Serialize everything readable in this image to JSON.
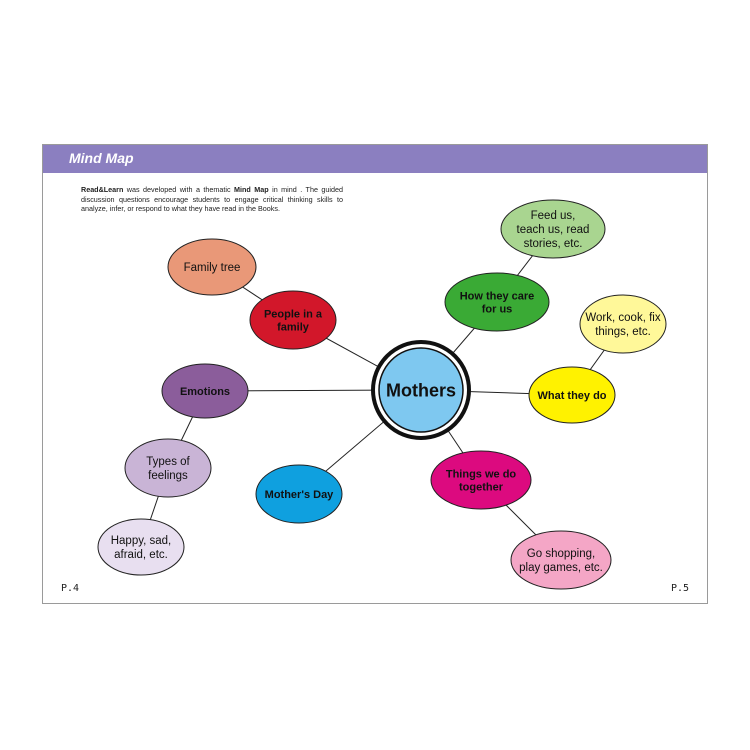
{
  "header": {
    "title": "Mind Map",
    "color": "#8b7fc0"
  },
  "intro": {
    "brand": "Read&Learn",
    "text_1": " was developed with a thematic ",
    "highlight": "Mind Map",
    "text_2": " in mind . The guided discussion questions encourage students to engage critical thinking skills to analyze, infer, or respond to what they have read in the Books."
  },
  "pages": {
    "left": "P.4",
    "right": "P.5"
  },
  "center": {
    "id": "mothers",
    "label": "Mothers",
    "color": "#7ec8f0"
  },
  "nodes": [
    {
      "id": "family-tree",
      "lines": [
        "Family tree"
      ],
      "color": "#e99878",
      "bold": false
    },
    {
      "id": "people-in-family",
      "lines": [
        "People in a",
        "family"
      ],
      "color": "#d2172a",
      "bold": true
    },
    {
      "id": "emotions",
      "lines": [
        "Emotions"
      ],
      "color": "#8b5d9b",
      "bold": true
    },
    {
      "id": "types-of-feelings",
      "lines": [
        "Types of",
        "feelings"
      ],
      "color": "#c9b4d6",
      "bold": false
    },
    {
      "id": "happy-sad",
      "lines": [
        "Happy, sad,",
        "afraid, etc."
      ],
      "color": "#e8dff0",
      "bold": false
    },
    {
      "id": "mothers-day",
      "lines": [
        "Mother's Day"
      ],
      "color": "#0fa0df",
      "bold": true
    },
    {
      "id": "things-we-do",
      "lines": [
        "Things we do",
        "together"
      ],
      "color": "#dc0a7f",
      "bold": true
    },
    {
      "id": "go-shopping",
      "lines": [
        "Go shopping,",
        "play games, etc."
      ],
      "color": "#f4a6c6",
      "bold": false
    },
    {
      "id": "what-they-do",
      "lines": [
        "What they do"
      ],
      "color": "#fff200",
      "bold": true
    },
    {
      "id": "work-cook",
      "lines": [
        "Work, cook, fix",
        "things, etc."
      ],
      "color": "#fff899",
      "bold": false
    },
    {
      "id": "how-they-care",
      "lines": [
        "How they care",
        "for us"
      ],
      "color": "#3aaa35",
      "bold": true
    },
    {
      "id": "feed-us",
      "lines": [
        "Feed us,",
        "teach us, read",
        "stories, etc."
      ],
      "color": "#a9d590",
      "bold": false
    }
  ],
  "links": [
    [
      "mothers",
      "people-in-family"
    ],
    [
      "people-in-family",
      "family-tree"
    ],
    [
      "mothers",
      "emotions"
    ],
    [
      "emotions",
      "types-of-feelings"
    ],
    [
      "types-of-feelings",
      "happy-sad"
    ],
    [
      "mothers",
      "mothers-day"
    ],
    [
      "mothers",
      "things-we-do"
    ],
    [
      "things-we-do",
      "go-shopping"
    ],
    [
      "mothers",
      "what-they-do"
    ],
    [
      "what-they-do",
      "work-cook"
    ],
    [
      "mothers",
      "how-they-care"
    ],
    [
      "how-they-care",
      "feed-us"
    ]
  ]
}
